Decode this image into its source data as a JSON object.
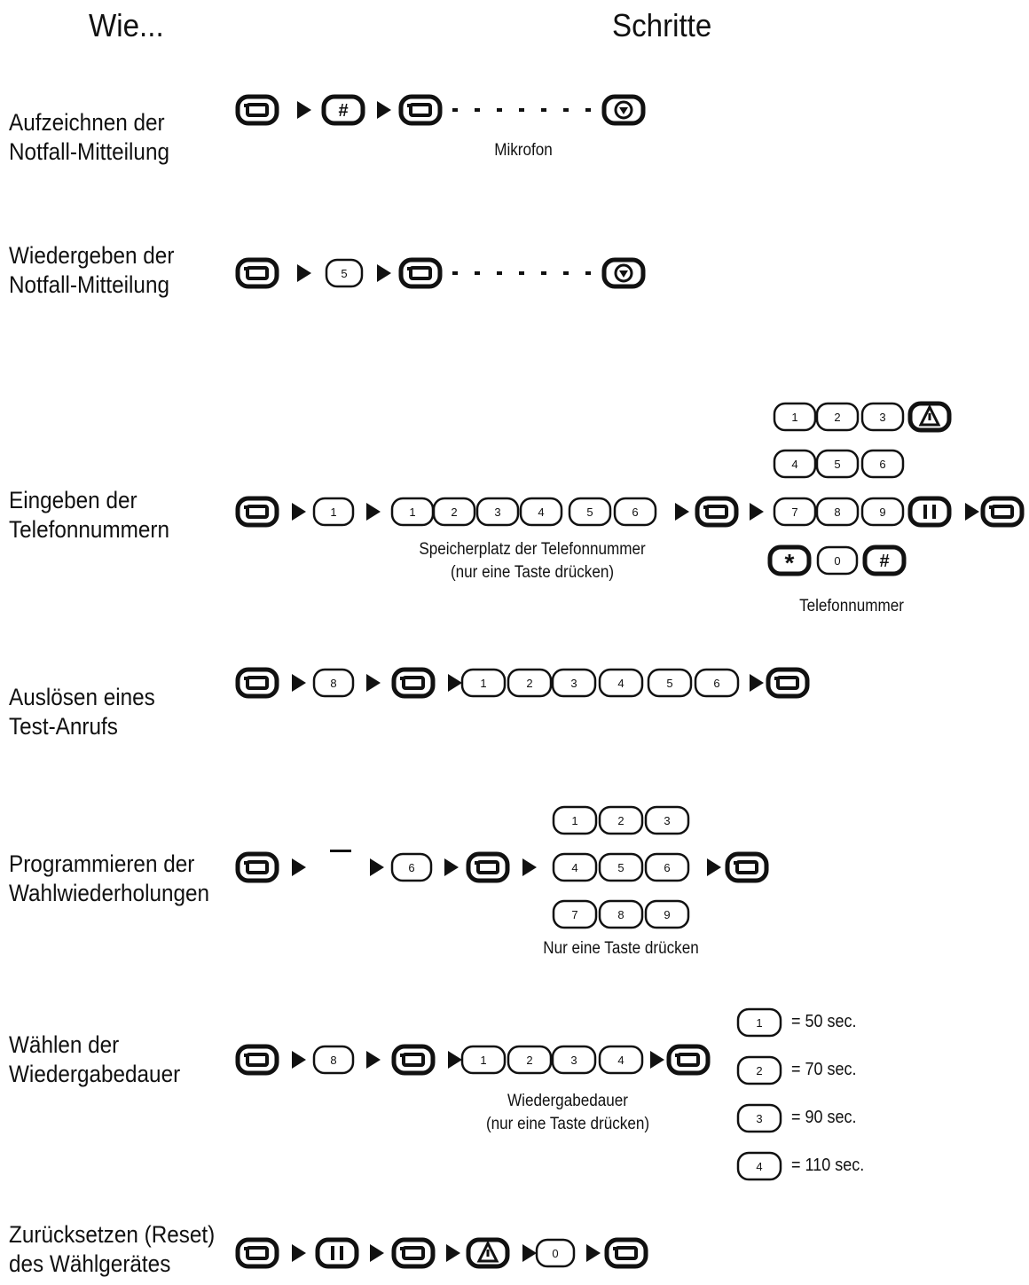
{
  "headers": {
    "how": "Wie...",
    "steps": "Schritte"
  },
  "rows": [
    {
      "line1": "Aufzeichnen der",
      "line2": "Notfall-Mitteilung"
    },
    {
      "line1": "Wiedergeben der",
      "line2": "Notfall-Mitteilung"
    },
    {
      "line1": "Eingeben der",
      "line2": "Telefonnummern"
    },
    {
      "line1": "Auslösen eines",
      "line2": "Test-Anrufs"
    },
    {
      "line1": "Programmieren der",
      "line2": "Wahlwiederholungen"
    },
    {
      "line1": "Wählen der",
      "line2": "Wiedergabedauer"
    },
    {
      "line1": "Zurücksetzen (Reset)",
      "line2": "des Wählgerätes"
    }
  ],
  "captions": {
    "microphone": "Mikrofon",
    "memory_line1": "Speicherplatz der Telefonnummer",
    "memory_line2": "(nur eine Taste drücken)",
    "phone_number": "Telefonnummer",
    "one_key": "Nur eine Taste drücken",
    "duration_line1": "Wiedergabedauer",
    "duration_line2": "(nur eine Taste drücken)"
  },
  "duration_legend": [
    {
      "key": "1",
      "text": "= 50 sec."
    },
    {
      "key": "2",
      "text": "= 70 sec."
    },
    {
      "key": "3",
      "text": "= 90 sec."
    },
    {
      "key": "4",
      "text": "= 110 sec."
    }
  ],
  "keys": {
    "digits": [
      "1",
      "2",
      "3",
      "4",
      "5",
      "6",
      "7",
      "8",
      "9",
      "0"
    ],
    "star": "*",
    "hash": "#",
    "pause": "II",
    "program_icon": "program-key-icon",
    "microphone_icon": "microphone-key-icon",
    "alarm_icon": "alarm-triangle-key-icon",
    "dash": "–"
  }
}
